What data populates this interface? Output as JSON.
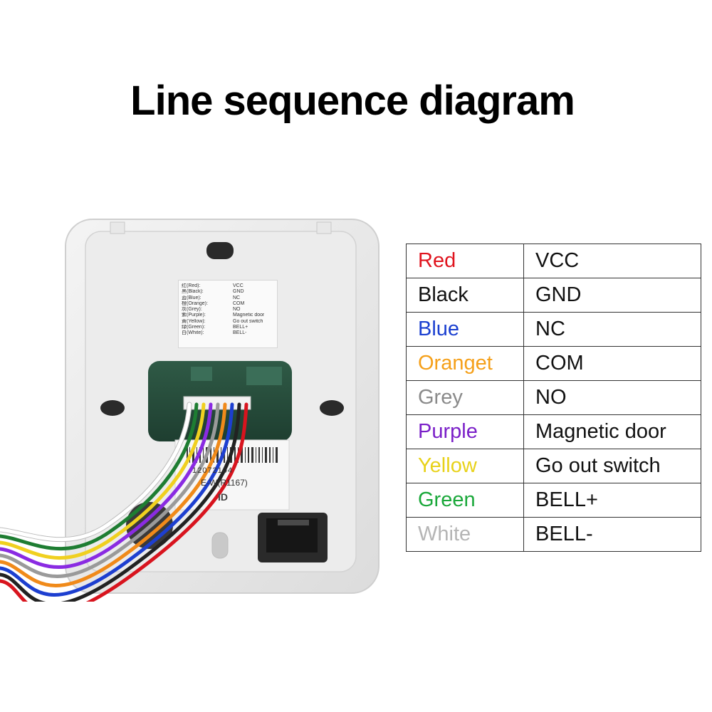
{
  "title": "Line sequence diagram",
  "device_label": {
    "rows": [
      {
        "color": "红(Red):",
        "func": "VCC"
      },
      {
        "color": "黑(Black):",
        "func": "GND"
      },
      {
        "color": "蓝(Blue):",
        "func": "NC"
      },
      {
        "color": "橙(Orange):",
        "func": "COM"
      },
      {
        "color": "灰(Grey):",
        "func": "NO"
      },
      {
        "color": "紫(Purple):",
        "func": "Magnetic door"
      },
      {
        "color": "黄(Yellow):",
        "func": "Go out switch"
      },
      {
        "color": "绿(Green):",
        "func": "BELL+"
      },
      {
        "color": "白(White):",
        "func": "BELL-"
      }
    ]
  },
  "barcode_sticker": {
    "line1": "12072104",
    "line2": "E-W(R1167)",
    "line3": "ID"
  },
  "wire_table": {
    "rows": [
      {
        "color_name": "Red",
        "text_color": "#e0141e",
        "function": "VCC"
      },
      {
        "color_name": "Black",
        "text_color": "#111111",
        "function": "GND"
      },
      {
        "color_name": "Blue",
        "text_color": "#1a3fd0",
        "function": "NC"
      },
      {
        "color_name": "Oranget",
        "text_color": "#f5a01a",
        "function": "COM"
      },
      {
        "color_name": "Grey",
        "text_color": "#8a8a8a",
        "function": "NO"
      },
      {
        "color_name": "Purple",
        "text_color": "#7a1fc8",
        "function": "Magnetic door"
      },
      {
        "color_name": "Yellow",
        "text_color": "#e8d21a",
        "function": "Go out switch"
      },
      {
        "color_name": "Green",
        "text_color": "#1aa83a",
        "function": "BELL+"
      },
      {
        "color_name": "White",
        "text_color": "#b5b5b5",
        "function": "BELL-"
      }
    ]
  },
  "wire_colors": [
    "#ffffff",
    "#1e7d32",
    "#f0d020",
    "#8a2be2",
    "#9a9a9a",
    "#f08a1a",
    "#1d3fd0",
    "#222222",
    "#d8141e"
  ]
}
